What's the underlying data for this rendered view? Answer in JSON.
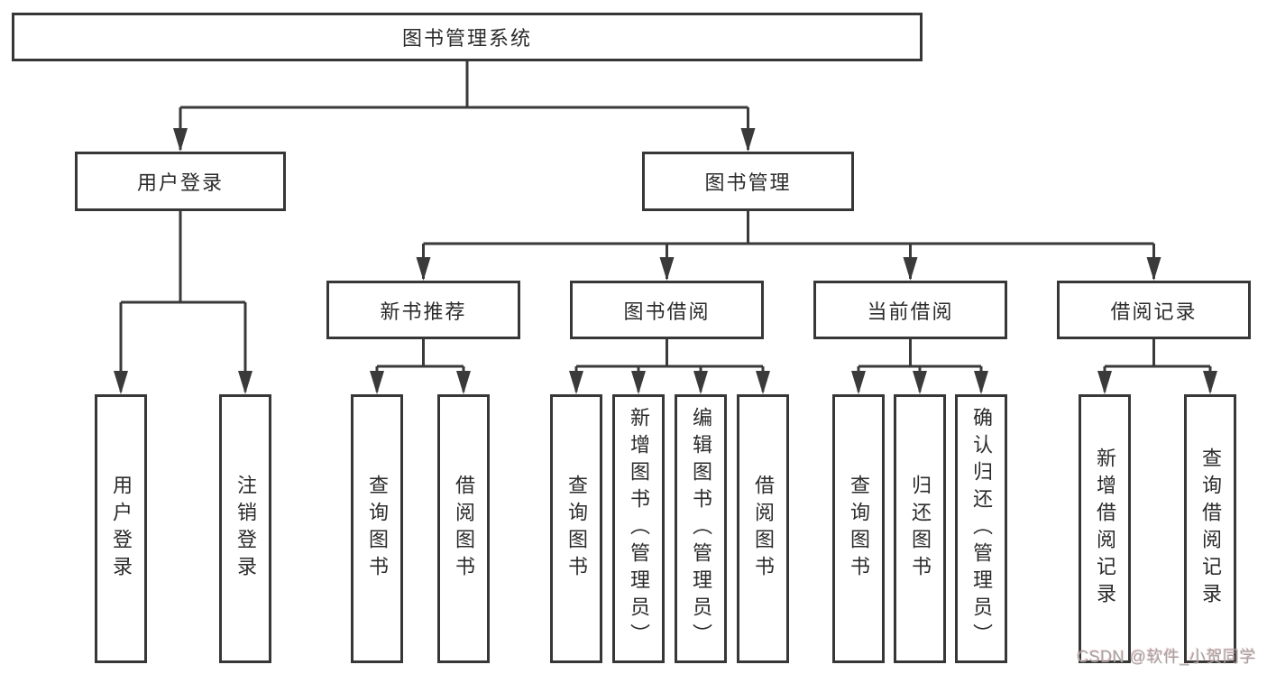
{
  "diagram": {
    "root": {
      "label": "图书管理系统"
    },
    "level2": [
      {
        "label": "用户登录"
      },
      {
        "label": "图书管理"
      }
    ],
    "level3": [
      {
        "label": "新书推荐"
      },
      {
        "label": "图书借阅"
      },
      {
        "label": "当前借阅"
      },
      {
        "label": "借阅记录"
      }
    ],
    "leaves": [
      {
        "label": "用户登录"
      },
      {
        "label": "注销登录"
      },
      {
        "label": "查询图书"
      },
      {
        "label": "借阅图书"
      },
      {
        "label": "查询图书"
      },
      {
        "label": "新增图书（管理员）"
      },
      {
        "label": "编辑图书（管理员）"
      },
      {
        "label": "借阅图书"
      },
      {
        "label": "查询图书"
      },
      {
        "label": "归还图书"
      },
      {
        "label": "确认归还（管理员）"
      },
      {
        "label": "新增借阅记录"
      },
      {
        "label": "查询借阅记录"
      }
    ]
  },
  "watermark": {
    "text": "CSDN @软件_小贺同学"
  },
  "colors": {
    "line": "#3a3a3a",
    "border": "#373737",
    "text": "#2b2b2b",
    "background": "#ffffff",
    "watermark": "#a3a3a3"
  }
}
